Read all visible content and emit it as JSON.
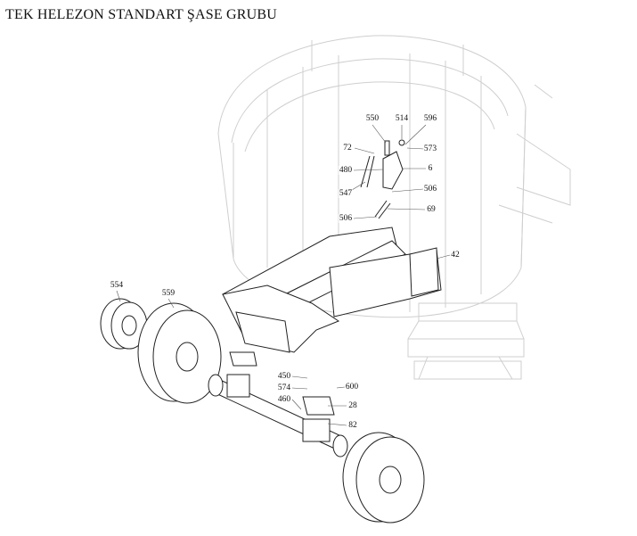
{
  "title": "TEK HELEZON STANDART ŞASE GRUBU",
  "callouts": [
    "550",
    "514",
    "596",
    "72",
    "573",
    "480",
    "6",
    "547",
    "506",
    "506",
    "69",
    "42",
    "554",
    "559",
    "450",
    "574",
    "600",
    "460",
    "28",
    "82"
  ],
  "colors": {
    "faint_lines": "#c8c8c8",
    "part_lines": "#222222",
    "text": "#111111"
  }
}
